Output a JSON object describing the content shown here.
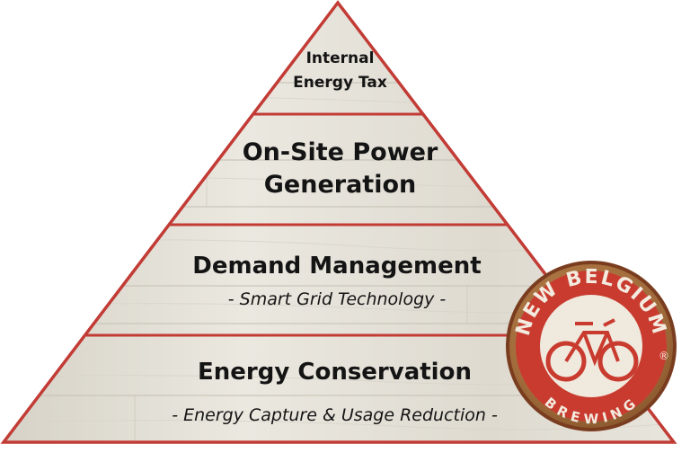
{
  "tiers": [
    {
      "lines": [
        "Internal",
        "Energy Tax"
      ]
    },
    {
      "lines": [
        "On-Site Power",
        "Generation"
      ]
    },
    {
      "title": "Demand Management",
      "subtitle": "- Smart Grid Technology -"
    },
    {
      "title": "Energy Conservation",
      "subtitle": "- Energy Capture & Usage Reduction -"
    }
  ],
  "logo": {
    "top_text": "NEW BELGIUM",
    "bottom_text": "BREWING",
    "registered_mark": "®"
  },
  "colors": {
    "outline": "#c23b35",
    "wood_light": "#e4e1d8",
    "wood_dark": "#c9c4b8",
    "logo_red": "#c93b2f",
    "logo_wood": "#a06a3a",
    "text": "#141414"
  }
}
